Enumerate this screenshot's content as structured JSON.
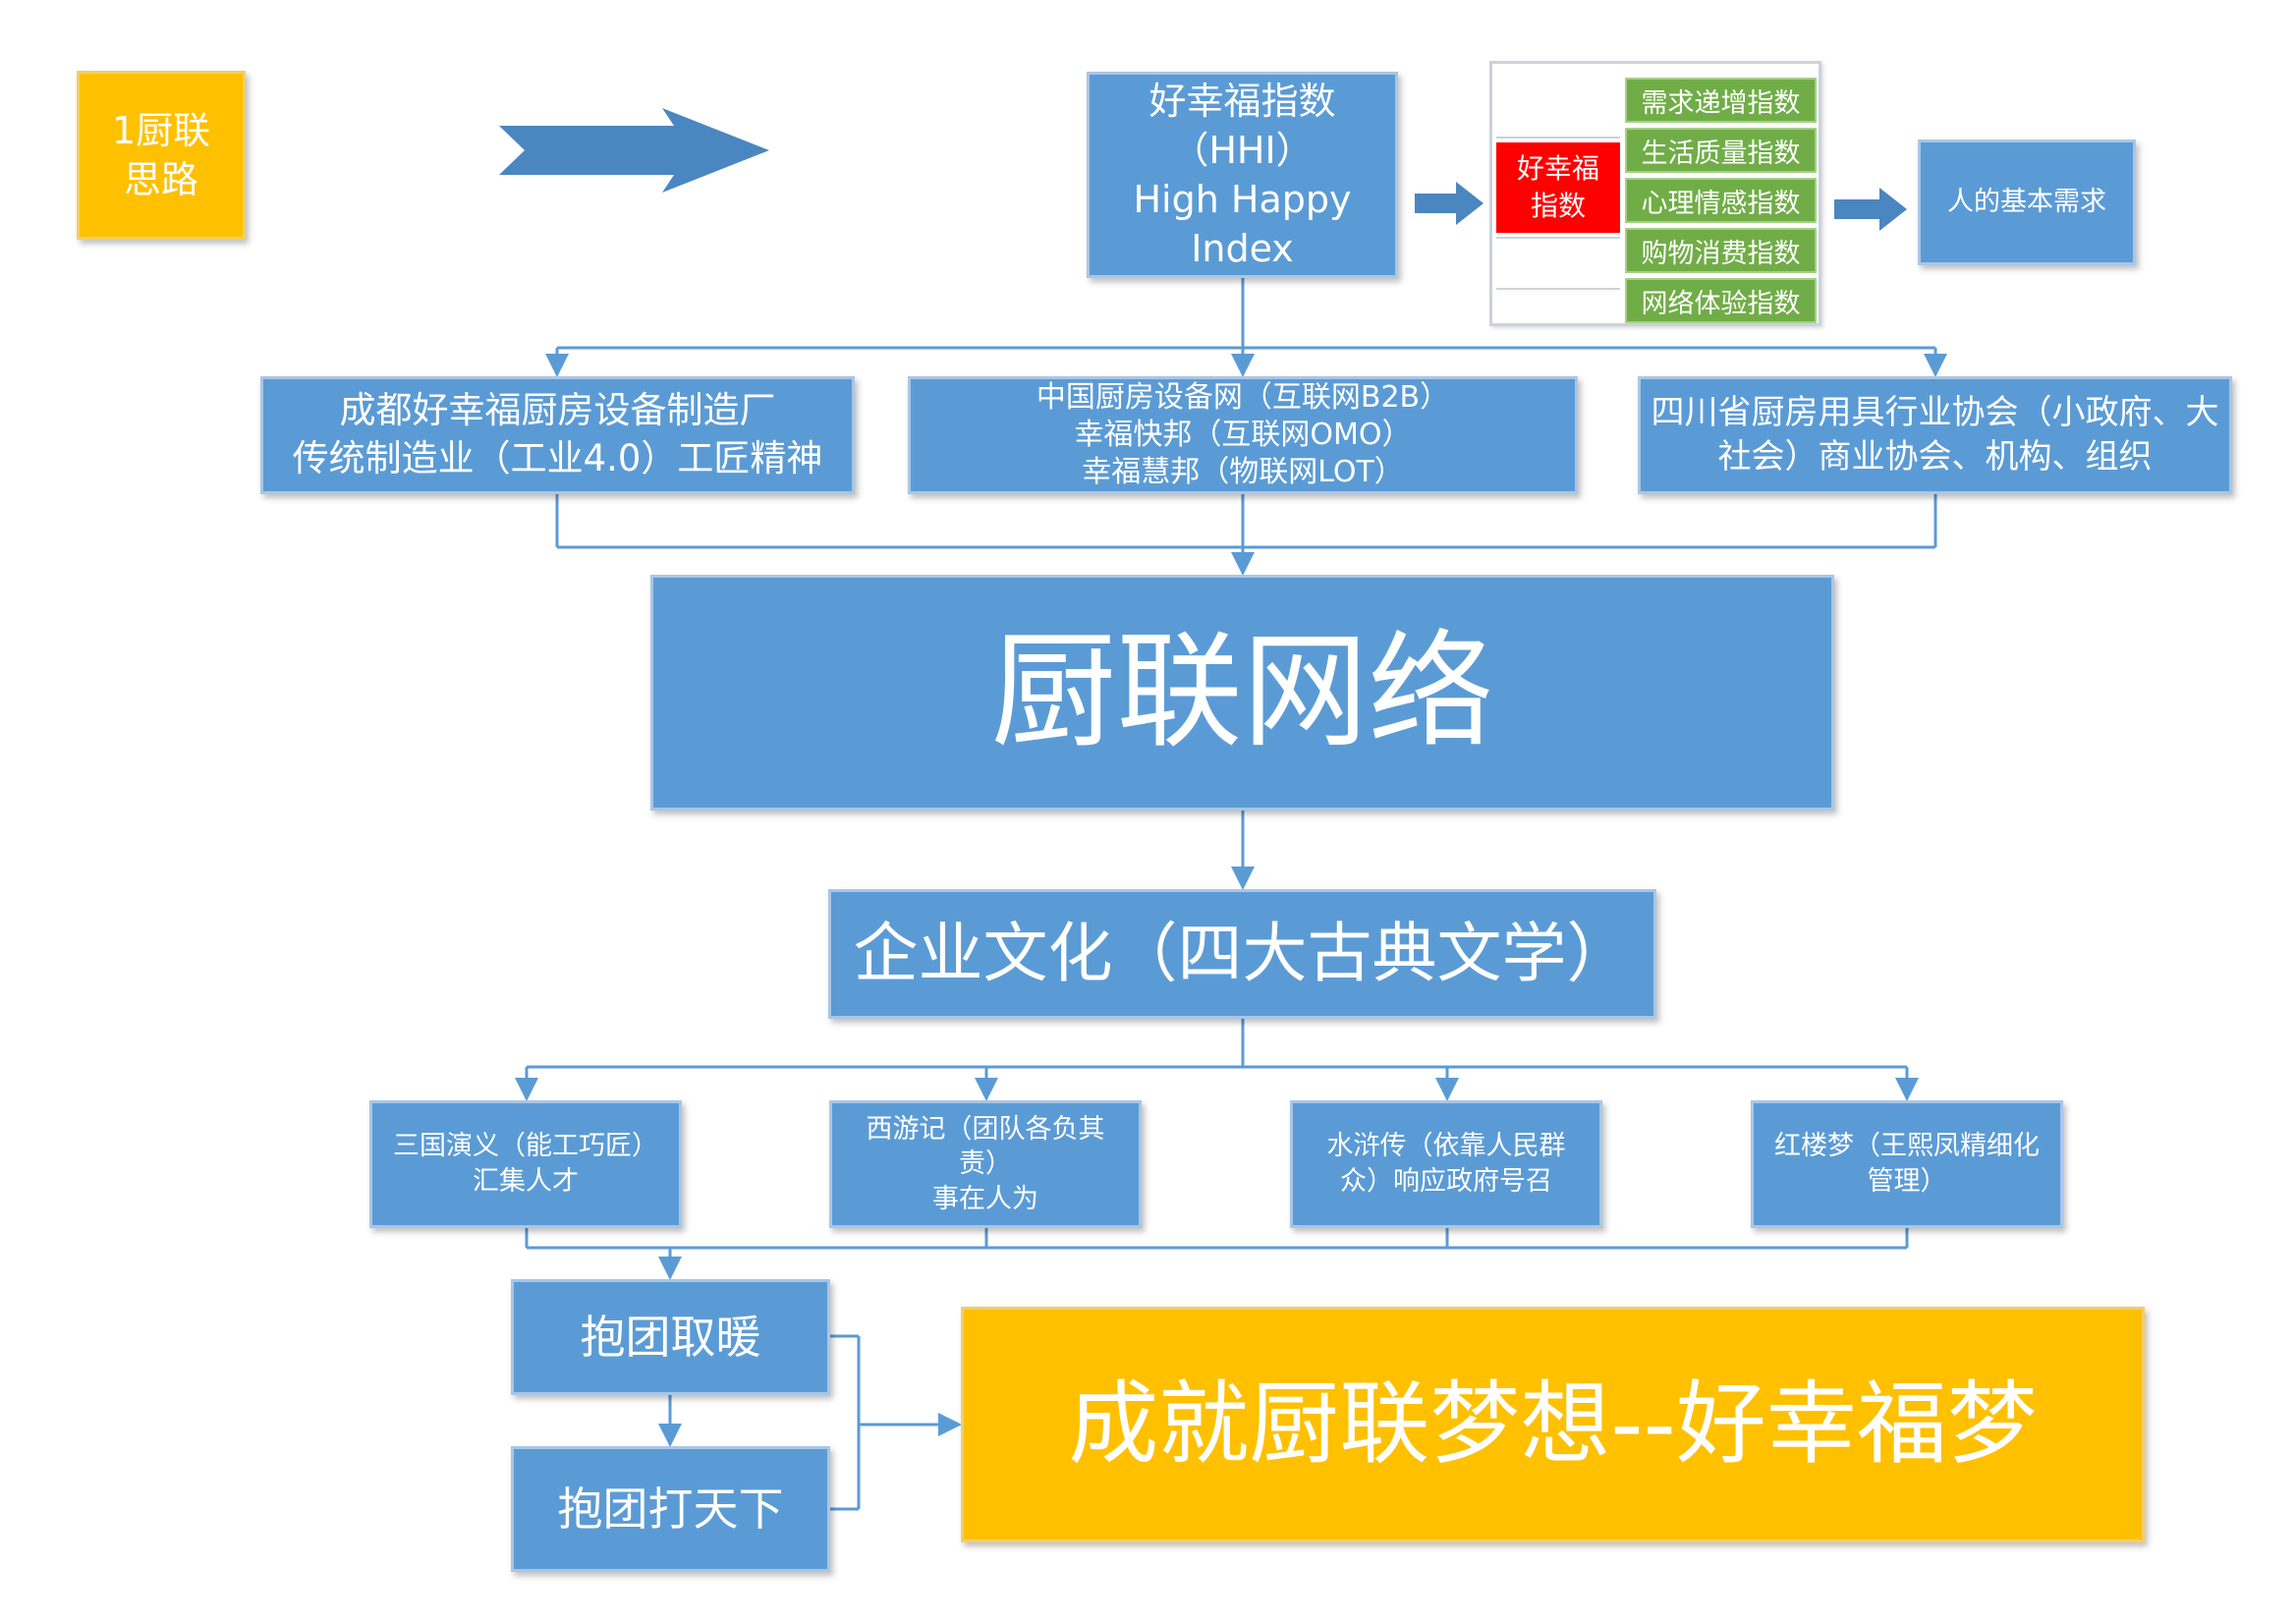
{
  "logo": {
    "line1": "1厨联",
    "line2": "思路"
  },
  "hhi": {
    "line1": "好幸福指数",
    "line2": "（HHI）",
    "line3": "High Happy Index"
  },
  "index_table": {
    "title_line1": "好幸福",
    "title_line2": "指数",
    "items": [
      "需求递增指数",
      "生活质量指数",
      "心理情感指数",
      "购物消费指数",
      "网络体验指数"
    ]
  },
  "basic_need": "人的基本需求",
  "factory": {
    "line1": "成都好幸福厨房设备制造厂",
    "line2": "传统制造业（工业4.0）工匠精神"
  },
  "network": {
    "line1": "中国厨房设备网（互联网B2B）",
    "line2": "幸福快邦（互联网OMO）",
    "line3": "幸福慧邦（物联网LOT）"
  },
  "association": {
    "line1": "四川省厨房用具行业协会（小政府、大",
    "line2": "社会）商业协会、机构、组织"
  },
  "core": "厨联网络",
  "culture": "企业文化（四大古典文学）",
  "classics": {
    "sanguo": {
      "line1": "三国演义（能工巧匠）",
      "line2": "汇集人才"
    },
    "xiyou": {
      "line1": "西游记（团队各负其",
      "line2": "责）",
      "line3": "事在人为"
    },
    "shuihu": {
      "line1": "水浒传（依靠人民群",
      "line2": "众）响应政府号召"
    },
    "honglou": {
      "line1": "红楼梦（王熙凤精细化",
      "line2": "管理）"
    }
  },
  "unite_warm": "抱团取暖",
  "unite_world": "抱团打天下",
  "dream": "成就厨联梦想--好幸福梦",
  "colors": {
    "box_blue": "#5b9bd5",
    "connector": "#5b9bd5",
    "gold": "#ffc000",
    "index_green": "#70ad47",
    "title_red": "#ff0000"
  }
}
